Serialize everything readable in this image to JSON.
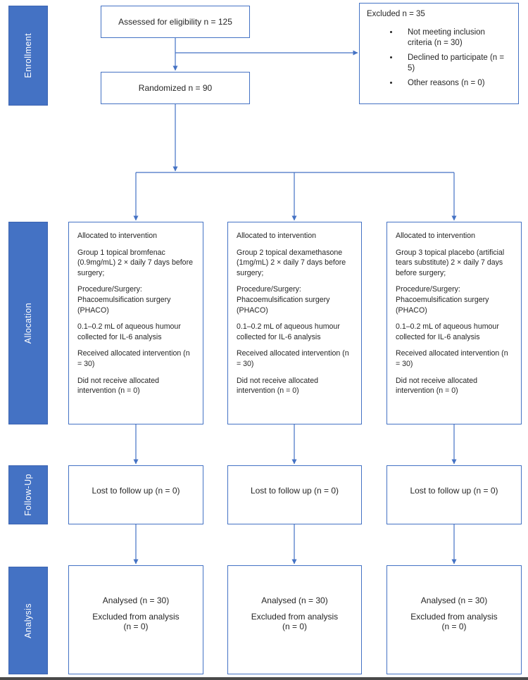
{
  "stage_labels": {
    "enrollment": "Enrollment",
    "allocation": "Allocation",
    "followup": "Follow-Up",
    "analysis": "Analysis"
  },
  "boxes": {
    "assessed": "Assessed for eligibility n = 125",
    "randomized": "Randomized n = 90",
    "excluded": {
      "title": "Excluded n = 35",
      "reasons": [
        "Not meeting inclusion criteria (n = 30)",
        "Declined to participate (n = 5)",
        "Other reasons (n = 0)"
      ]
    },
    "allocation": [
      {
        "paragraphs": [
          "Allocated to intervention",
          "Group 1 topical bromfenac (0.9mg/mL) 2 × daily 7 days before surgery;",
          "Procedure/Surgery: Phacoemulsification surgery (PHACO)",
          "0.1–0.2 mL of aqueous humour collected for IL-6 analysis",
          "Received allocated intervention (n = 30)",
          "Did not receive allocated intervention (n = 0)"
        ]
      },
      {
        "paragraphs": [
          "Allocated to intervention",
          "Group 2 topical dexamethasone (1mg/mL) 2 × daily 7 days before surgery;",
          "Procedure/Surgery: Phacoemulsification surgery (PHACO)",
          "0.1–0.2 mL of aqueous humour collected for IL-6 analysis",
          "Received allocated intervention (n = 30)",
          "Did not receive allocated intervention (n = 0)"
        ]
      },
      {
        "paragraphs": [
          "Allocated to intervention",
          "Group 3 topical placebo (artificial tears substitute) 2 × daily 7 days before surgery;",
          "Procedure/Surgery: Phacoemulsification surgery (PHACO)",
          "0.1–0.2 mL of aqueous humour collected for IL-6 analysis",
          "Received allocated intervention (n = 30)",
          "Did not receive allocated intervention (n = 0)"
        ]
      }
    ],
    "followup": [
      "Lost to follow up (n = 0)",
      "Lost to follow up (n = 0)",
      "Lost to follow up (n = 0)"
    ],
    "analysis": [
      {
        "lines": [
          "Analysed (n = 30)",
          "Excluded from analysis",
          "(n = 0)"
        ]
      },
      {
        "lines": [
          "Analysed (n = 30)",
          "Excluded from analysis",
          "(n = 0)"
        ]
      },
      {
        "lines": [
          "Analysed (n = 30)",
          "Excluded from analysis",
          "(n = 0)"
        ]
      }
    ]
  },
  "colors": {
    "stage_fill": "#4472C4",
    "stage_border": "#3C64B1",
    "box_border": "#4472C4",
    "arrow": "#4472C4",
    "text": "#262626",
    "stage_text": "#FFFFFF",
    "bottom_bar": "#4A4A4A"
  }
}
